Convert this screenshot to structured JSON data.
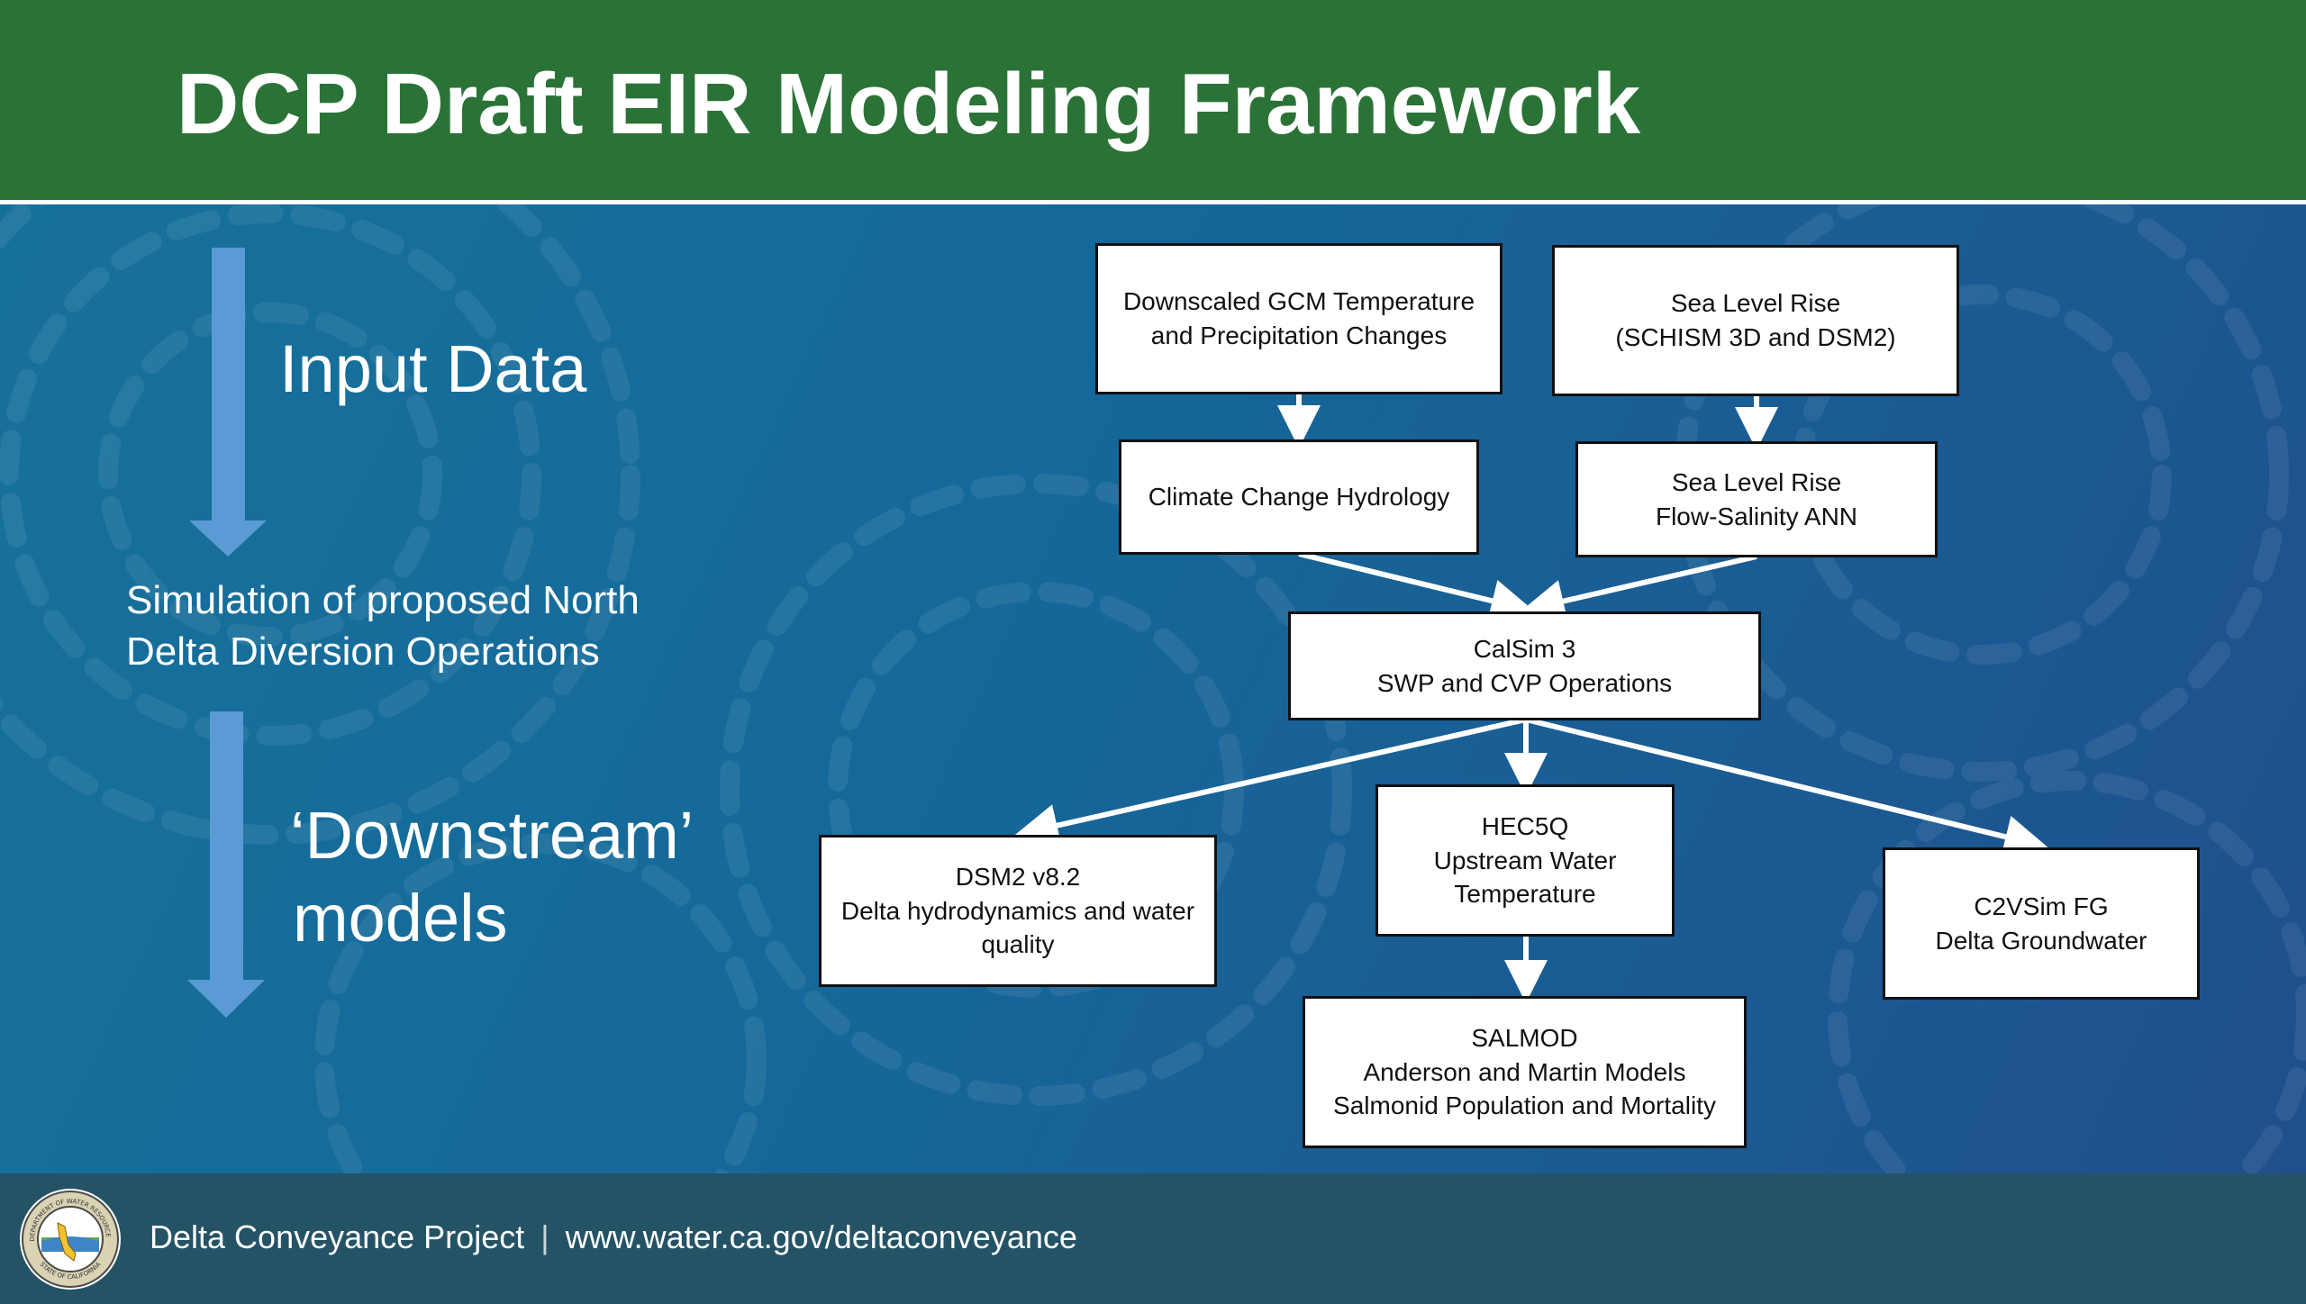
{
  "header": {
    "title": "DCP Draft EIR Modeling Framework"
  },
  "left": {
    "input_label": "Input Data",
    "simulation_line1": "Simulation of proposed North",
    "simulation_line2": "Delta Diversion Operations",
    "downstream_line1": "‘Downstream’",
    "downstream_line2": "models"
  },
  "nodes": {
    "gcm": {
      "line1": "Downscaled GCM Temperature",
      "line2": "and Precipitation Changes"
    },
    "slr": {
      "line1": "Sea Level Rise",
      "line2": "(SCHISM 3D and DSM2)"
    },
    "hydrology": {
      "line1": "Climate Change Hydrology"
    },
    "ann": {
      "line1": "Sea Level Rise",
      "line2": "Flow-Salinity ANN"
    },
    "calsim": {
      "line1": "CalSim 3",
      "line2": "SWP and CVP Operations"
    },
    "dsm2": {
      "line1": "DSM2 v8.2",
      "line2": "Delta hydrodynamics and water",
      "line3": "quality"
    },
    "hec5q": {
      "line1": "HEC5Q",
      "line2": "Upstream Water",
      "line3": "Temperature"
    },
    "c2vsim": {
      "line1": "C2VSim FG",
      "line2": "Delta Groundwater"
    },
    "salmod": {
      "line1": "SALMOD",
      "line2": "Anderson and Martin Models",
      "line3": "Salmonid Population and Mortality"
    }
  },
  "footer": {
    "project": "Delta Conveyance Project",
    "separator": "|",
    "url": "www.water.ca.gov/deltaconveyance"
  },
  "seal": {
    "text_top": "DEPARTMENT OF WATER RESOURCES",
    "text_bottom": "STATE OF CALIFORNIA"
  },
  "colors": {
    "header": "#2b7237",
    "footer": "#245366",
    "arrow_blue": "#5b9bd5",
    "background": "#16699a"
  }
}
